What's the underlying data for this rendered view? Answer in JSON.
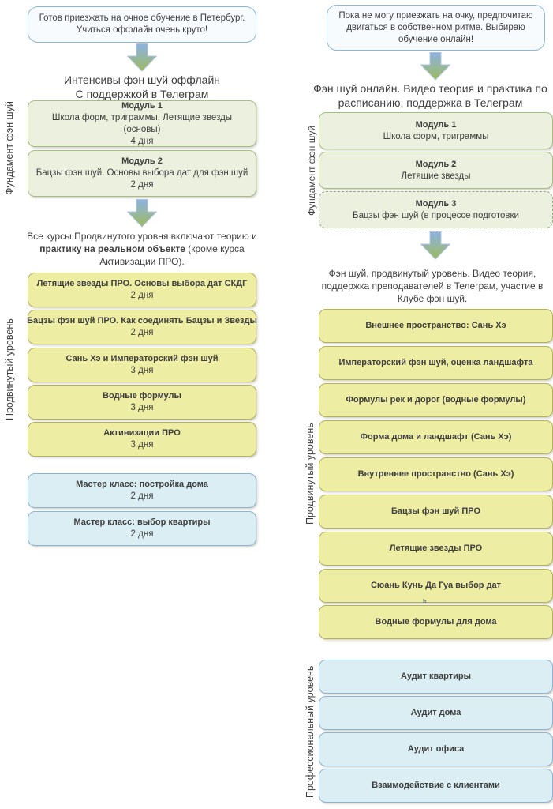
{
  "colors": {
    "speech_border": "#8fb8d6",
    "module_green_fill": "#ebf1de",
    "module_green_border": "#a8bd82",
    "course_yellow_fill": "#eeeda4",
    "course_yellow_border": "#b6b25c",
    "master_blue_fill": "#daeef3",
    "master_blue_border": "#8db4d2",
    "arrow_top_blue": "#8cb2df",
    "arrow_tip_green": "#9cba58",
    "text": "#3f3f3f"
  },
  "left": {
    "speech": "Готов приезжать на очное обучение в Петербург.\nУчиться оффлайн очень круто!",
    "title": "Интенсивы фэн шуй оффлайн\nС поддержкой в Телеграм",
    "fundament_label": "Фундамент фэн шуй",
    "modules": [
      {
        "title": "Модуль 1",
        "desc": "Школа форм, триграммы, Летящие звезды (основы)",
        "days": "4 дня"
      },
      {
        "title": "Модуль 2",
        "desc": "Бацзы фэн шуй. Основы выбора дат для фэн шуй",
        "days": "2 дня"
      }
    ],
    "intro": {
      "part1": "Все курсы Продвинутого уровня включают теорию и ",
      "bold": "практику на реальном объекте",
      "part2": " (кроме курса Активизации ПРО)."
    },
    "advanced_label": "Продвинутый уровень",
    "advanced": [
      {
        "title": "Летящие звезды ПРО. Основы выбора дат СКДГ",
        "days": "2 дня"
      },
      {
        "title": "Бацзы фэн шуй ПРО. Как соединять Бацзы и Звезды",
        "days": "2 дня"
      },
      {
        "title": "Сань Хэ и Императорский фэн шуй",
        "days": "3 дня"
      },
      {
        "title": "Водные формулы",
        "days": "3 дня"
      },
      {
        "title": "Активизации ПРО",
        "days": "3 дня"
      }
    ],
    "master": [
      {
        "title": "Мастер класс: постройка дома",
        "days": "2 дня"
      },
      {
        "title": "Мастер класс: выбор квартиры",
        "days": "2 дня"
      }
    ]
  },
  "right": {
    "speech": "Пока не могу приезжать на очку, предпочитаю\nдвигаться в собственном ритме. Выбираю\nобучение онлайн!",
    "title": "Фэн шуй онлайн. Видео теория и практика по\nрасписанию, поддержка в Телеграм",
    "fundament_label": "Фундамент фэн шуй",
    "modules": [
      {
        "title": "Модуль 1",
        "desc": "Школа форм, триграммы"
      },
      {
        "title": "Модуль 2",
        "desc": "Летящие звезды"
      },
      {
        "title": "Модуль 3",
        "desc": "Бацзы фэн шуй (в процессе подготовки"
      }
    ],
    "intro": "Фэн шуй, продвинутый уровень. Видео теория,\nподдержка преподавателей в Телеграм, участие в\nКлубе фэн шуй.",
    "advanced_label": "Продвинутый уровень",
    "advanced": [
      "Внешнее пространство: Сань Хэ",
      "Императорский фэн шуй, оценка ландшафта",
      "Формулы рек и дорог (водные формулы)",
      "Форма дома и ландшафт (Сань Хэ)",
      "Внутреннее пространство (Сань Хэ)",
      "Бацзы фэн шуй ПРО",
      "Летящие звезды ПРО",
      "Сюань Кунь Да Гуа выбор дат",
      "Водные формулы для дома"
    ],
    "stray_mark": "ь",
    "professional_label": "Профессиональный уровень",
    "professional": [
      "Аудит квартиры",
      "Аудит дома",
      "Аудит офиса",
      "Взаимодействие с клиентами"
    ]
  }
}
